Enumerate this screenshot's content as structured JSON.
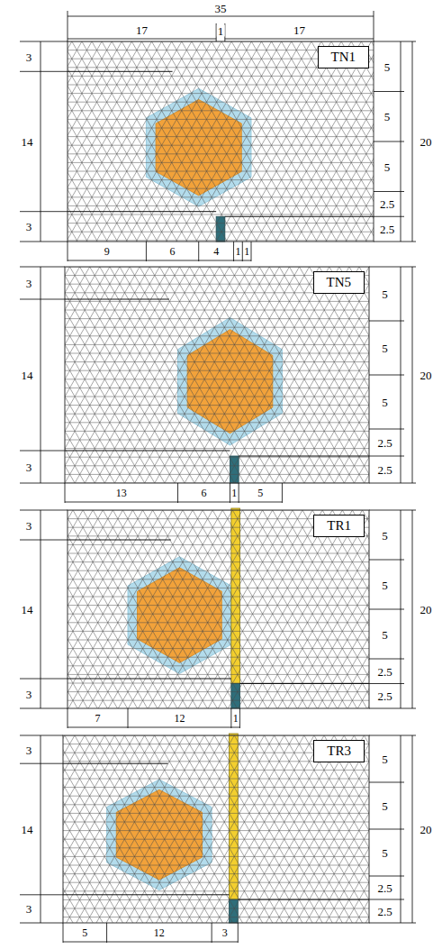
{
  "diagram": {
    "nodes": [
      {
        "text": [
          "TN1"
        ]
      },
      {
        "text": [
          "TN5"
        ]
      },
      {
        "text": [
          "TR1"
        ]
      },
      {
        "text": [
          "TR3"
        ]
      }
    ],
    "labels": [
      "35",
      "17",
      "1",
      "17",
      "3",
      "14",
      "3",
      "5",
      "5",
      "5",
      "2.5",
      "2.5",
      "20",
      "9",
      "6",
      "4",
      "1",
      "1",
      "3",
      "14",
      "3",
      "5",
      "5",
      "5",
      "2.5",
      "2.5",
      "20",
      "13",
      "6",
      "1",
      "5",
      "3",
      "14",
      "3",
      "5",
      "5",
      "5",
      "2.5",
      "2.5",
      "20",
      "7",
      "12",
      "1",
      "3",
      "14",
      "3",
      "5",
      "5",
      "5",
      "2.5",
      "2.5",
      "20",
      "5",
      "12",
      "3"
    ]
  }
}
